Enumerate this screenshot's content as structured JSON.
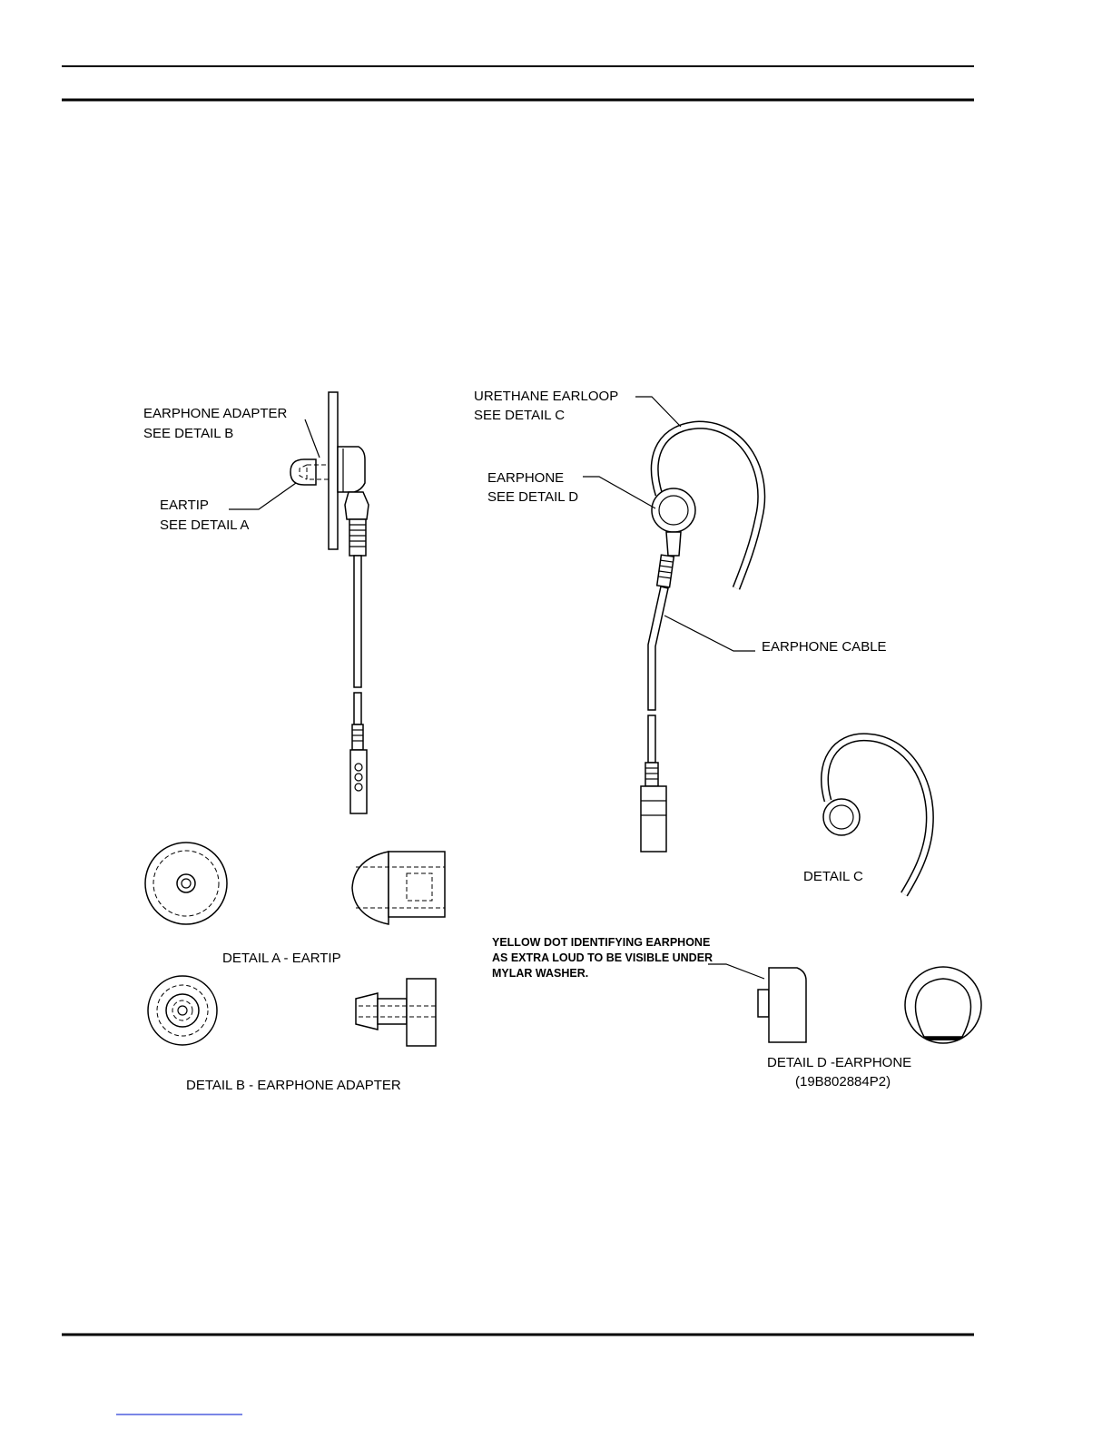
{
  "labels": {
    "earphone_adapter": "EARPHONE ADAPTER",
    "see_detail_b": "SEE DETAIL B",
    "eartip": "EARTIP",
    "see_detail_a": "SEE DETAIL A",
    "urethane_earloop": "URETHANE EARLOOP",
    "see_detail_c": "SEE DETAIL C",
    "earphone": "EARPHONE",
    "see_detail_d": "SEE DETAIL D",
    "earphone_cable": "EARPHONE CABLE",
    "detail_c": "DETAIL C",
    "detail_a": "DETAIL A - EARTIP",
    "detail_b": "DETAIL B - EARPHONE ADAPTER",
    "yellow_dot_line1": "YELLOW DOT IDENTIFYING EARPHONE",
    "yellow_dot_line2": "AS EXTRA LOUD TO BE VISIBLE UNDER",
    "yellow_dot_line3": "MYLAR WASHER.",
    "detail_d": "DETAIL D -EARPHONE",
    "part_number": "(19B802884P2)"
  }
}
